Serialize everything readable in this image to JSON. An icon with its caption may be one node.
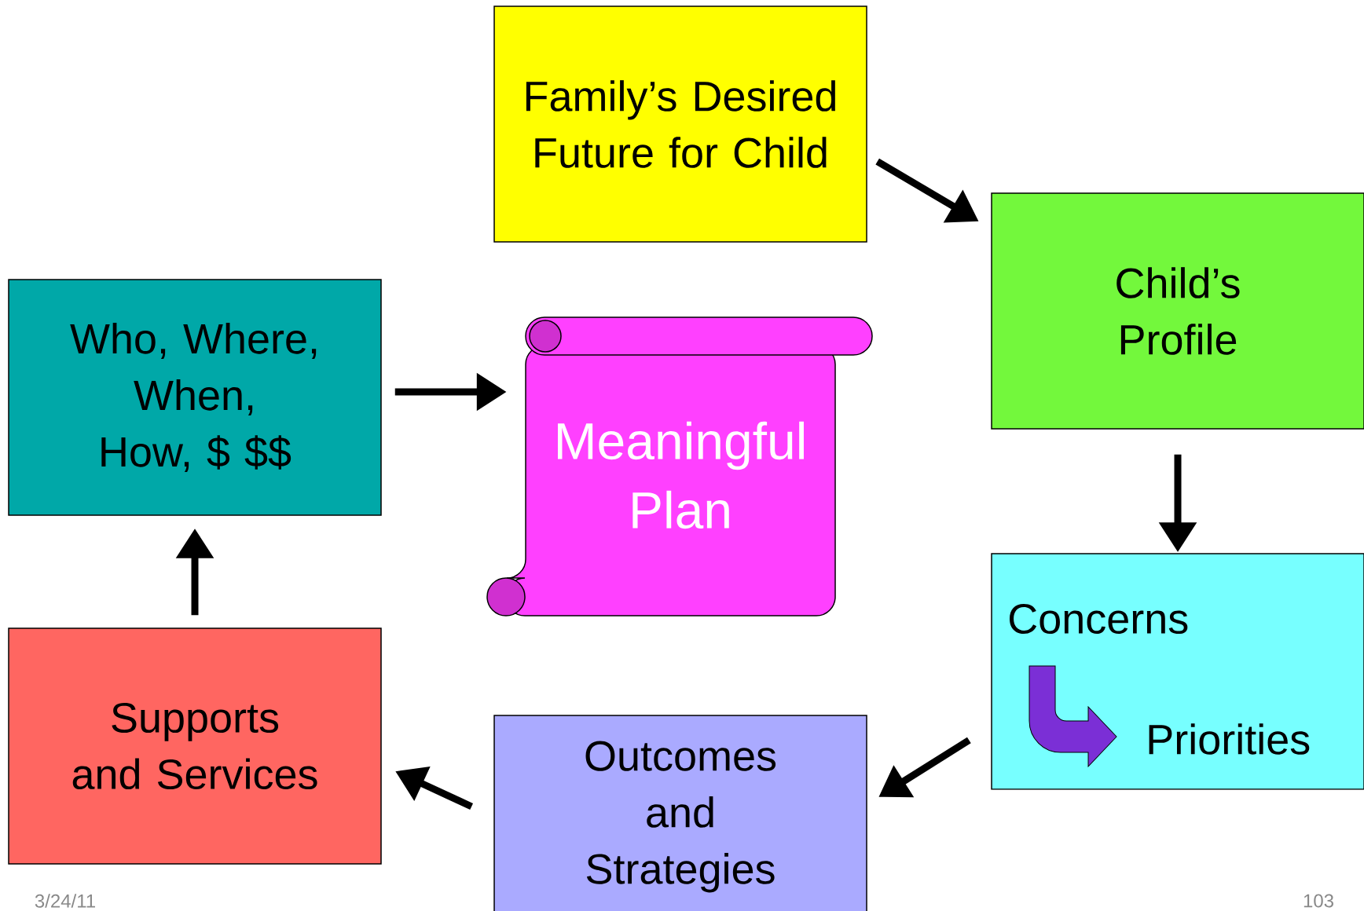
{
  "diagram": {
    "nodes": [
      {
        "text": [
          "Family’s Desired Future for Child"
        ]
      },
      {
        "text": [
          "Child’s Profile"
        ]
      },
      {
        "text": [
          "Concerns",
          "Priorities"
        ]
      },
      {
        "text": [
          "Outcomes and Strategies"
        ]
      },
      {
        "text": [
          "Supports and Services"
        ]
      },
      {
        "text": [
          "Who, Where, When, How, $ $$"
        ]
      },
      {
        "text": [
          "Meaningful Plan"
        ]
      }
    ],
    "edges": [
      {
        "from": 0,
        "to": 1,
        "arrow": "to"
      },
      {
        "from": 1,
        "to": 2,
        "arrow": "to"
      },
      {
        "from": 2,
        "to": 3,
        "arrow": "to"
      },
      {
        "from": 3,
        "to": 4,
        "arrow": "to"
      },
      {
        "from": 4,
        "to": 5,
        "arrow": "to"
      },
      {
        "from": 5,
        "to": 6,
        "arrow": "to"
      }
    ],
    "labels": [
      "3/24/11",
      "103"
    ]
  }
}
